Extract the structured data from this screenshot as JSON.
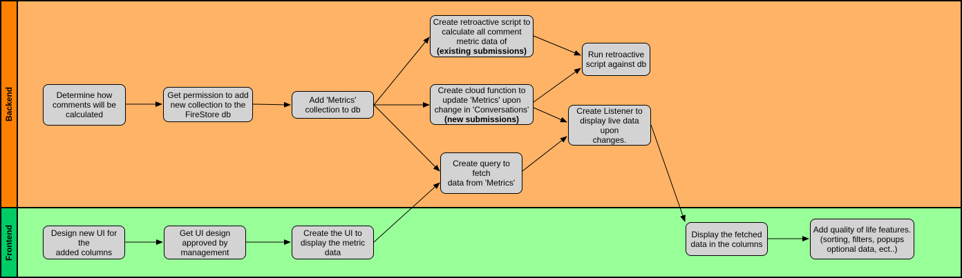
{
  "colors": {
    "backend_fill": "#ffb366",
    "backend_header": "#ff8000",
    "frontend_fill": "#99ff99",
    "frontend_header": "#00cc66",
    "node_fill": "#d3d3d3"
  },
  "lanes": {
    "backend": "Backend",
    "frontend": "Frontend"
  },
  "nodes": {
    "determine": {
      "lines": [
        "Determine how",
        "comments will be",
        "calculated"
      ]
    },
    "permission": {
      "lines": [
        "Get permission to add",
        "new collection to the",
        "FireStore db"
      ]
    },
    "metrics": {
      "lines": [
        "Add 'Metrics'",
        "collection to db"
      ]
    },
    "retro": {
      "lines": [
        "Create retroactive script to",
        "calculate all comment",
        "metric data of"
      ],
      "bold": "(existing submissions)"
    },
    "cloud": {
      "lines": [
        "Create cloud function to",
        "update 'Metrics' upon",
        "change in 'Conversations'"
      ],
      "bold": "(new submissions)"
    },
    "query": {
      "lines": [
        "Create query to fetch",
        "data from 'Metrics'"
      ]
    },
    "run": {
      "lines": [
        "Run retroactive",
        "script against db"
      ]
    },
    "listener": {
      "lines": [
        "Create Listener to",
        "display live data upon",
        "changes."
      ]
    },
    "design": {
      "lines": [
        "Design new UI for the",
        "added columns"
      ]
    },
    "approve": {
      "lines": [
        "Get UI design",
        "approved by",
        "management"
      ]
    },
    "createui": {
      "lines": [
        "Create the UI to",
        "display the metric",
        "data"
      ]
    },
    "display": {
      "lines": [
        "Display the fetched",
        "data in the columns"
      ]
    },
    "qol": {
      "lines": [
        "Add quality of life features.",
        "(sorting, filters, popups",
        "optional data, ect..)"
      ]
    }
  }
}
